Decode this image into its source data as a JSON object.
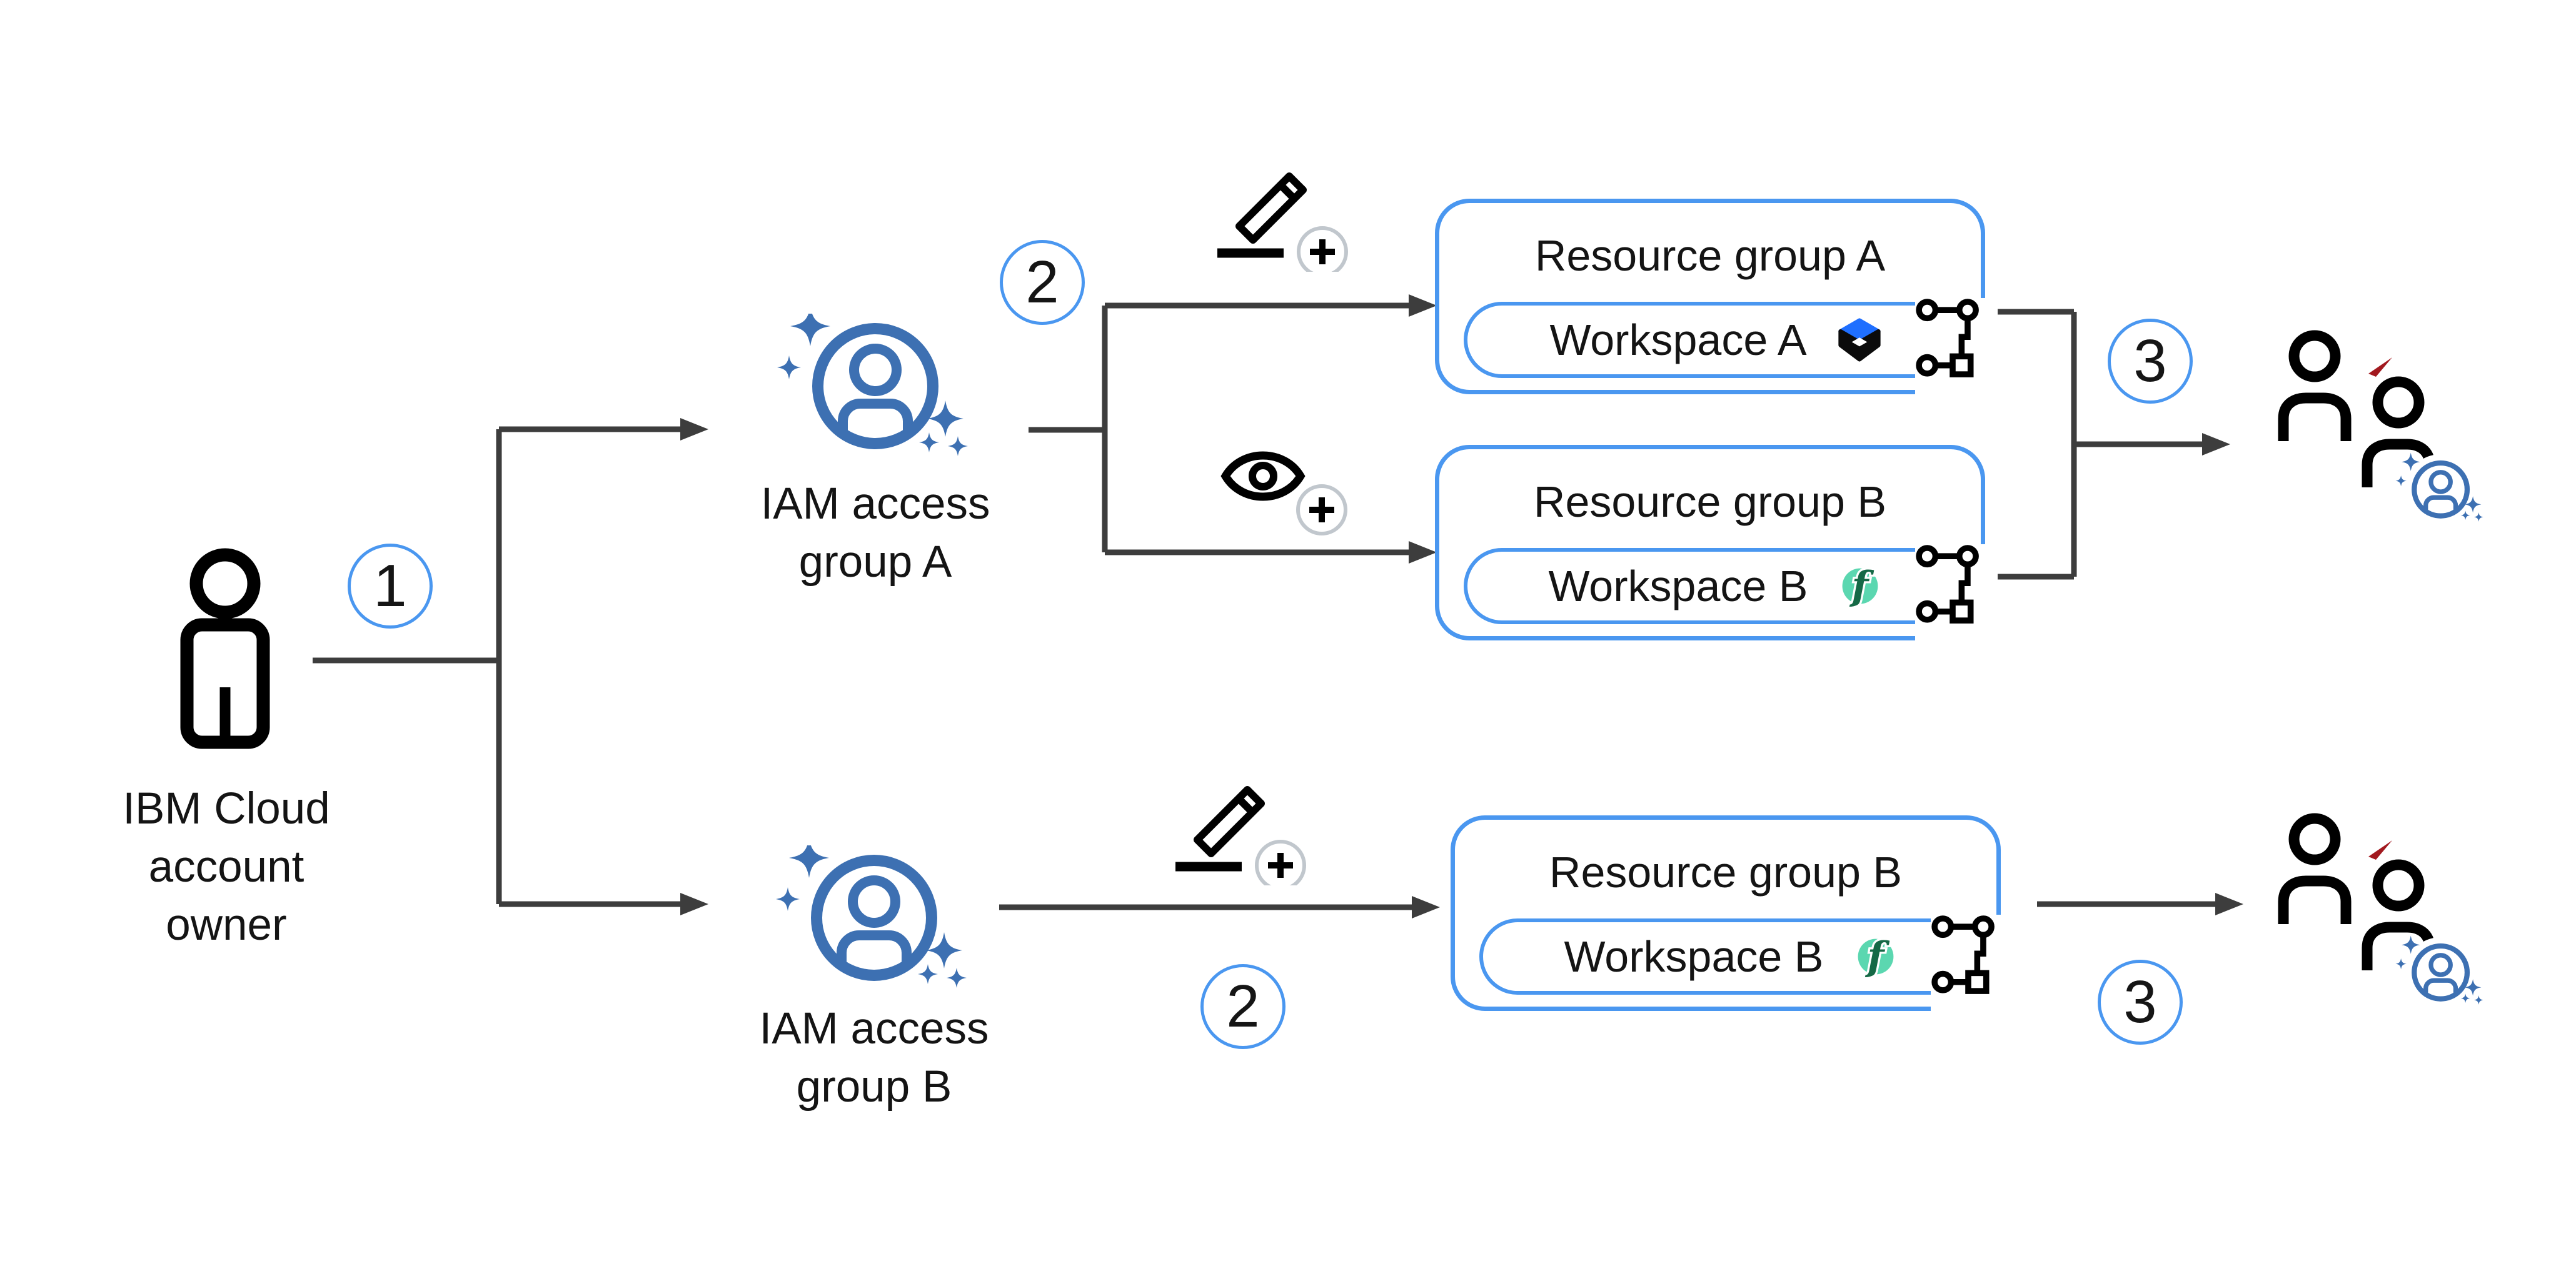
{
  "colors": {
    "accent_blue": "#4A97F0",
    "icon_blue": "#3D70B2",
    "line": "#3D3D3D",
    "badge_gray": "#C1C7CD",
    "red_mark": "#A2191F",
    "cube_blue": "#1F6FFF",
    "functions_teal": "#5BD7B0",
    "functions_green": "#156946",
    "text": "#141414"
  },
  "nodes": {
    "account_owner": {
      "lines": [
        "IBM Cloud",
        "account",
        "owner"
      ]
    },
    "iam_group_a": {
      "lines": [
        "IAM access",
        "group A"
      ]
    },
    "iam_group_b": {
      "lines": [
        "IAM access",
        "group B"
      ]
    },
    "resource_group_a": {
      "title": "Resource group A",
      "workspace": {
        "name": "Workspace A"
      }
    },
    "resource_group_b_top": {
      "title": "Resource group B",
      "workspace": {
        "name": "Workspace B"
      }
    },
    "resource_group_b_bottom": {
      "title": "Resource group B",
      "workspace": {
        "name": "Workspace B"
      }
    }
  },
  "steps": {
    "owner_to_groups": "1",
    "group_a_permissions": "2",
    "group_a_users": "3",
    "group_b_permissions": "2",
    "group_b_users": "3"
  },
  "icons": {
    "account_owner": "person-icon",
    "iam_access_group": "user-sparkle-icon",
    "edit_permission": "edit-add-icon",
    "view_permission": "view-add-icon",
    "workspace_flow": "flow-icon",
    "workspace_a_service": "watsonx-cube-icon",
    "workspace_b_service": "functions-icon",
    "users": "users-group-icon",
    "functions_glyph": "f"
  }
}
